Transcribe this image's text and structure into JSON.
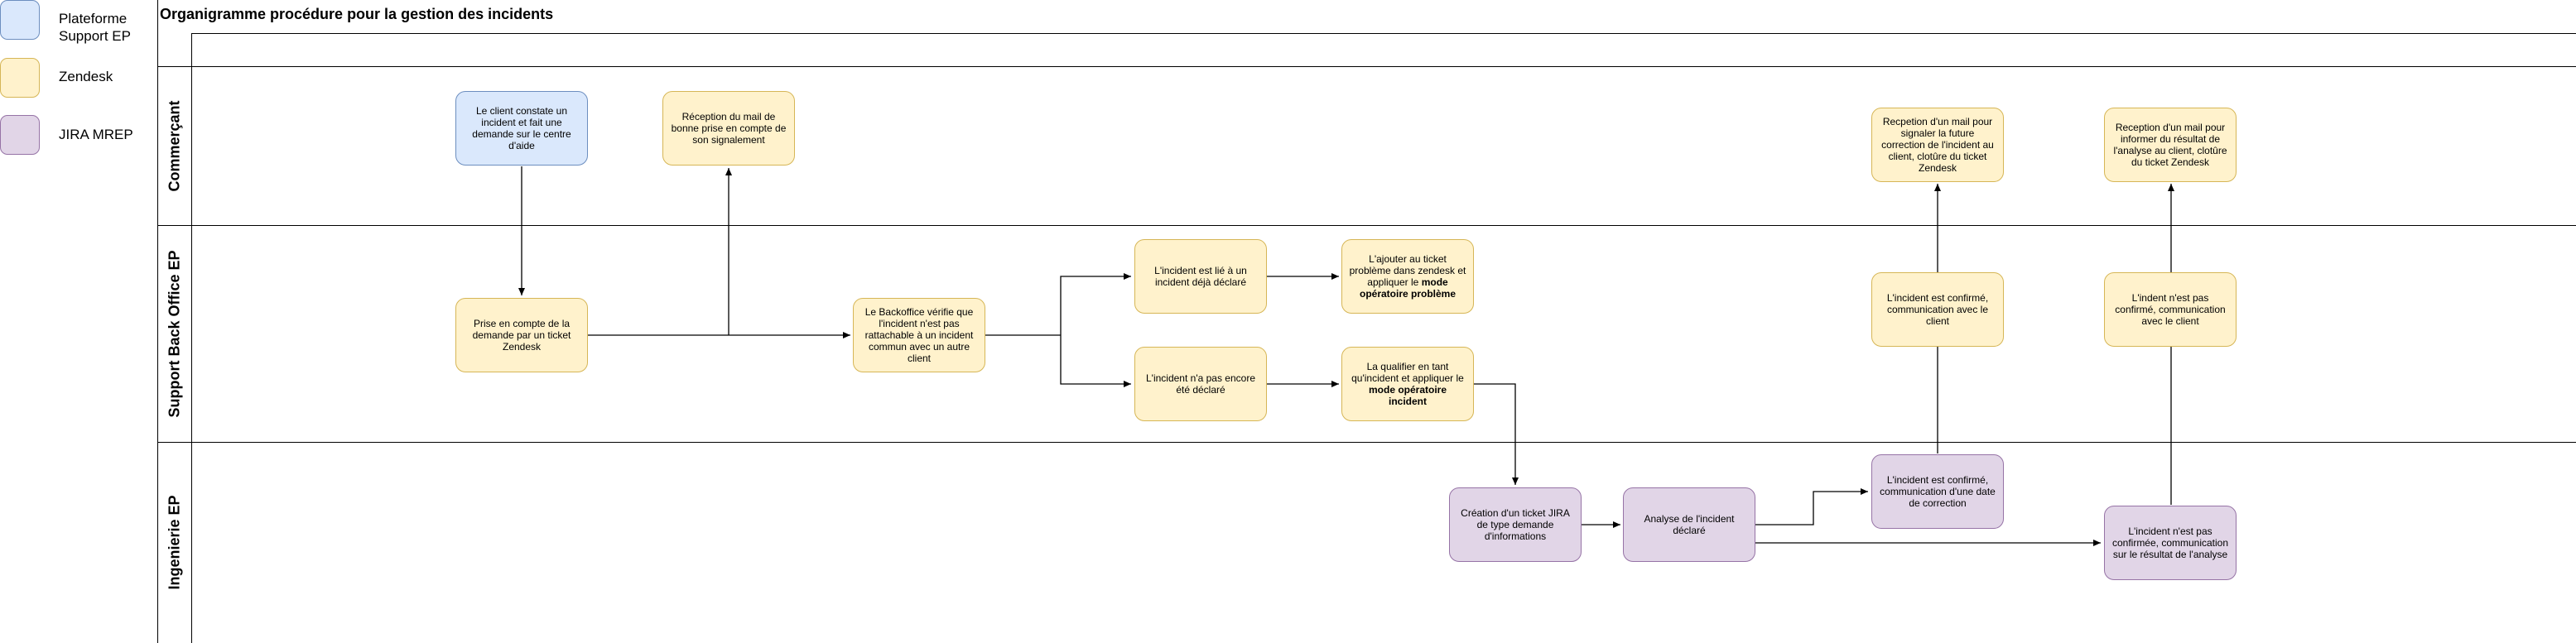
{
  "legend": [
    {
      "label": "Plateforme Support EP",
      "color": "#dae8fc",
      "border": "#6c8ebf"
    },
    {
      "label": "Zendesk",
      "color": "#fff2cc",
      "border": "#d6b656"
    },
    {
      "label": "JIRA MREP",
      "color": "#e1d5e7",
      "border": "#9673a6"
    }
  ],
  "diagram": {
    "title": "Organigramme  procédure pour la gestion des incidents",
    "lanes": {
      "commercant": "Commerçant",
      "support": "Support Back Office EP",
      "ingenierie": "Ingenierie EP"
    },
    "nodes": {
      "client_constate": {
        "text": "Le client constate un incident et fait une demande sur le centre d'aide"
      },
      "reception_mail": {
        "text": "Réception du mail de bonne prise en compte de son signalement"
      },
      "prise_en_compte": {
        "text": "Prise en compte de la demande par un ticket Zendesk"
      },
      "backoffice_verifie": {
        "text": "Le Backoffice vérifie que l'incident n'est pas rattachable à un incident commun avec un autre client"
      },
      "lie_incident": {
        "text": "L'incident est lié à un incident déjà déclaré"
      },
      "pas_declare": {
        "text": "L'incident n'a pas encore été déclaré"
      },
      "ajouter_ticket": {
        "text": "L'ajouter au ticket problème dans zendesk et appliquer le ",
        "bold": "mode opératoire problème"
      },
      "qualifier": {
        "text": "La qualifier en tant qu'incident et appliquer le ",
        "bold": "mode opératoire incident"
      },
      "creation_jira": {
        "text": "Création d'un ticket JIRA de type demande d'informations"
      },
      "analyse": {
        "text": "Analyse de l'incident déclaré"
      },
      "confirme_date": {
        "text": "L'incident est confirmé, communication d'une date de correction"
      },
      "non_confirme_analyse": {
        "text": "L'incident n'est pas confirmée, communication sur le résultat de l'analyse"
      },
      "confirme_client": {
        "text": "L'incident est confirmé, communication avec le client"
      },
      "non_confirme_client": {
        "text": "L'indent n'est pas confirmé, communication avec le client"
      },
      "reception_correction": {
        "text": "Recpetion d'un mail pour signaler la future correction de l'incident au client, clotûre du ticket Zendesk"
      },
      "reception_analyse": {
        "text": "Reception d'un mail pour informer du résultat de l'analyse au client, clotûre du ticket Zendesk"
      }
    }
  }
}
